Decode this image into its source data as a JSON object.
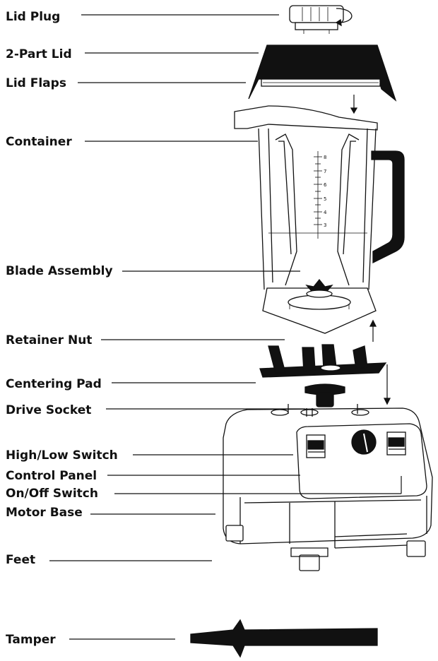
{
  "labels": {
    "lid_plug": "Lid Plug",
    "two_part_lid": "2-Part Lid",
    "lid_flaps": "Lid Flaps",
    "container": "Container",
    "blade_assembly": "Blade Assembly",
    "retainer_nut": "Retainer Nut",
    "centering_pad": "Centering Pad",
    "drive_socket": "Drive Socket",
    "high_low_switch": "High/Low Switch",
    "control_panel": "Control Panel",
    "on_off_switch": "On/Off Switch",
    "motor_base": "Motor Base",
    "feet": "Feet",
    "tamper": "Tamper"
  },
  "container_scale": [
    "8",
    "7",
    "6",
    "5",
    "4",
    "3"
  ],
  "colors": {
    "ink": "#111111",
    "background": "#ffffff"
  }
}
